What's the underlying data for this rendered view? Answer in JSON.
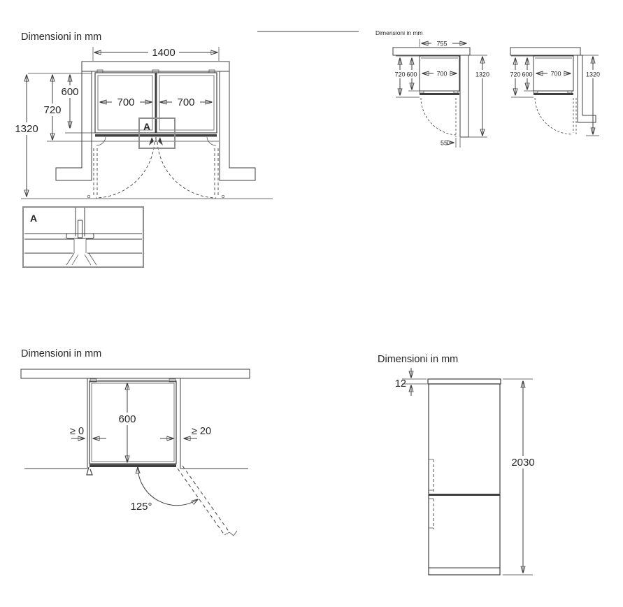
{
  "colors": {
    "line": "#3f3f3f",
    "detail_border": "#8f8f8f",
    "divider": "#7f7f7f",
    "background": "#ffffff"
  },
  "top_left": {
    "title": "Dimensioni in mm",
    "dims": {
      "niche_width": "1400",
      "depth_total": "1320",
      "depth_door": "720",
      "depth_body": "600",
      "left_unit_width": "700",
      "right_unit_width": "700"
    },
    "detail_marker": "A",
    "detail_box_label": "A"
  },
  "top_right": {
    "title": "Dimensioni in mm",
    "left": {
      "niche_width": "755",
      "depth_door": "720",
      "depth_body": "600",
      "unit_width": "700",
      "depth_total": "1320",
      "side_gap": "55"
    },
    "right": {
      "depth_door": "720",
      "depth_body": "600",
      "unit_width": "700",
      "depth_total": "1320"
    }
  },
  "bottom_left": {
    "title": "Dimensioni in mm",
    "dims": {
      "niche_depth": "600",
      "gap_left": "≥ 0",
      "gap_right": "≥ 20",
      "door_opening_angle": "125°"
    }
  },
  "bottom_right": {
    "title": "Dimensioni in mm",
    "dims": {
      "top_gap": "12",
      "height": "2030"
    }
  }
}
